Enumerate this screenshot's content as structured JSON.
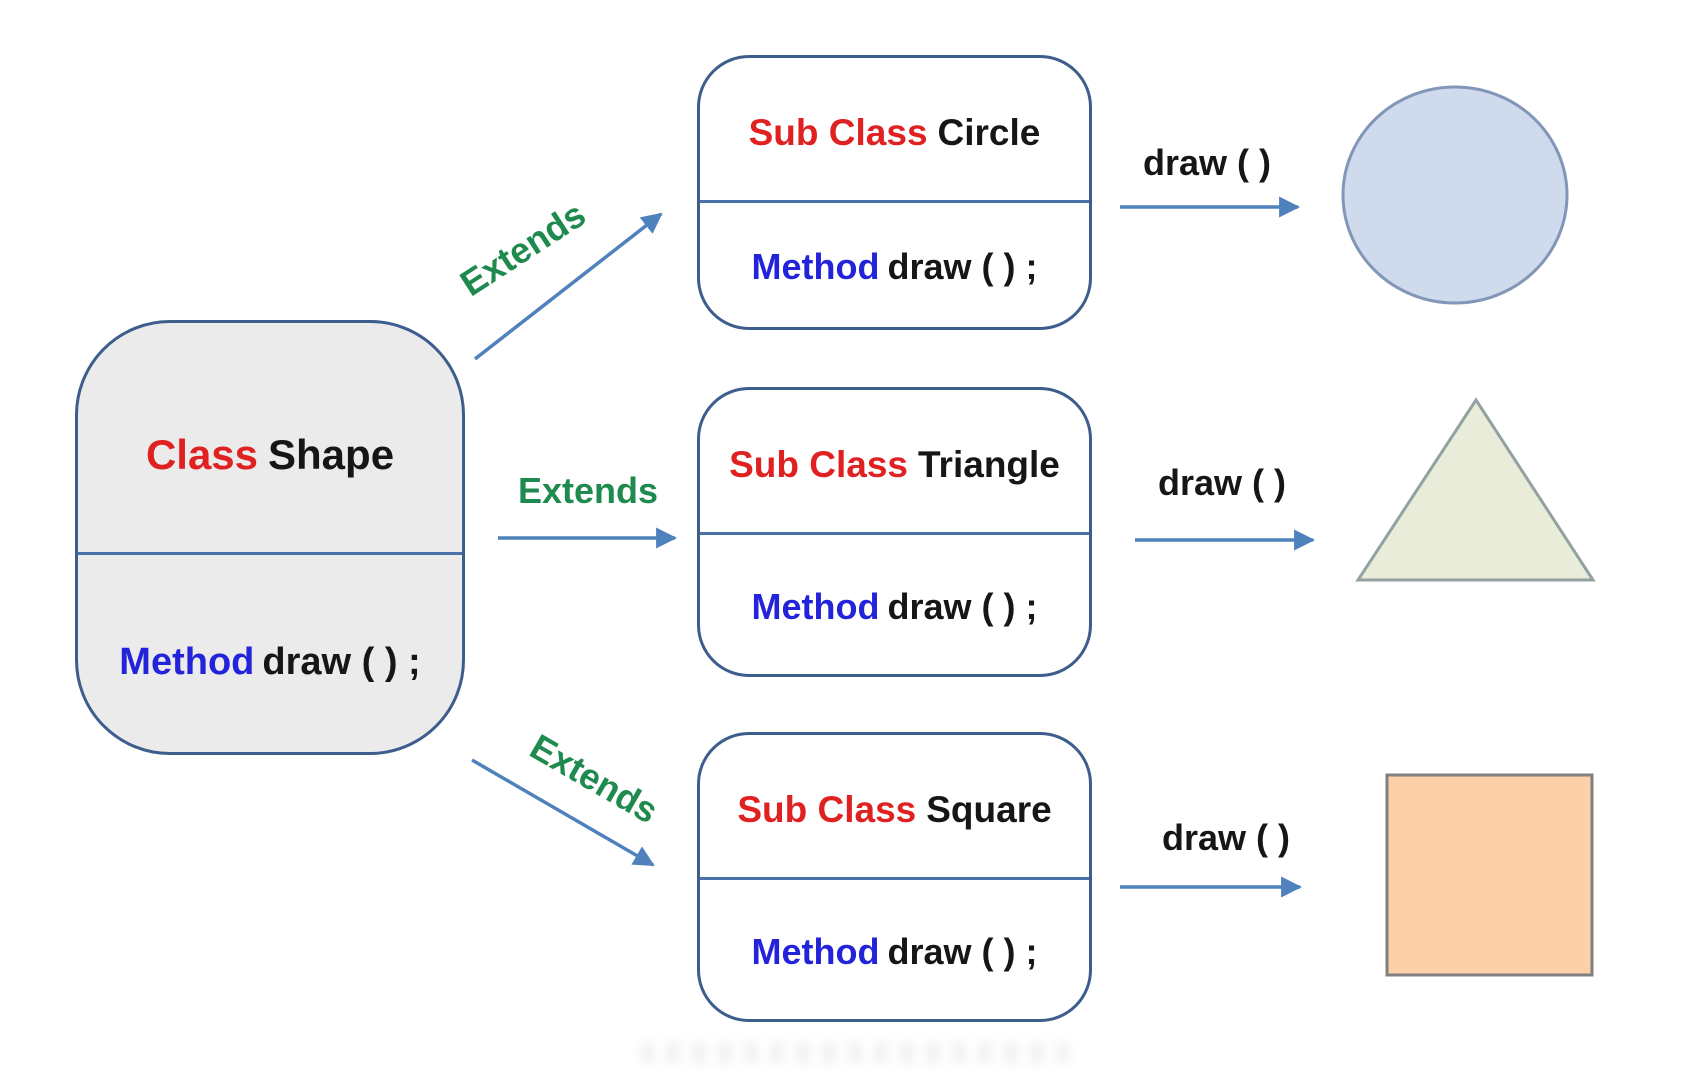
{
  "diagram": {
    "base_class": {
      "keyword": "Class",
      "name": "Shape",
      "method_keyword": "Method",
      "method_text": "draw ( ) ;"
    },
    "subclasses": [
      {
        "keyword": "Sub Class",
        "name": "Circle",
        "method_keyword": "Method",
        "method_text": "draw ( ) ;",
        "extends_label": "Extends",
        "draw_label": "draw ( )",
        "result_shape": "circle"
      },
      {
        "keyword": "Sub Class",
        "name": "Triangle",
        "method_keyword": "Method",
        "method_text": "draw ( ) ;",
        "extends_label": "Extends",
        "draw_label": "draw ( )",
        "result_shape": "triangle"
      },
      {
        "keyword": "Sub Class",
        "name": "Square",
        "method_keyword": "Method",
        "method_text": "draw ( ) ;",
        "extends_label": "Extends",
        "draw_label": "draw ( )",
        "result_shape": "square"
      }
    ],
    "colors": {
      "background": "#ffffff",
      "box_border": "#3d5e8c",
      "divider": "#4a72a8",
      "arrow": "#4f81bd",
      "keyword_red": "#e02121",
      "method_blue": "#2323d9",
      "text_black": "#161616",
      "extends_green": "#1f8a4e",
      "base_fill": "#ebebeb",
      "sub_fill": "#ffffff",
      "circle_fill": "#cfdbec",
      "circle_stroke": "#8296b8",
      "triangle_fill": "#e9ecd8",
      "triangle_stroke": "#93a1a1",
      "square_fill": "#fcd1a9",
      "square_stroke": "#808080"
    }
  }
}
